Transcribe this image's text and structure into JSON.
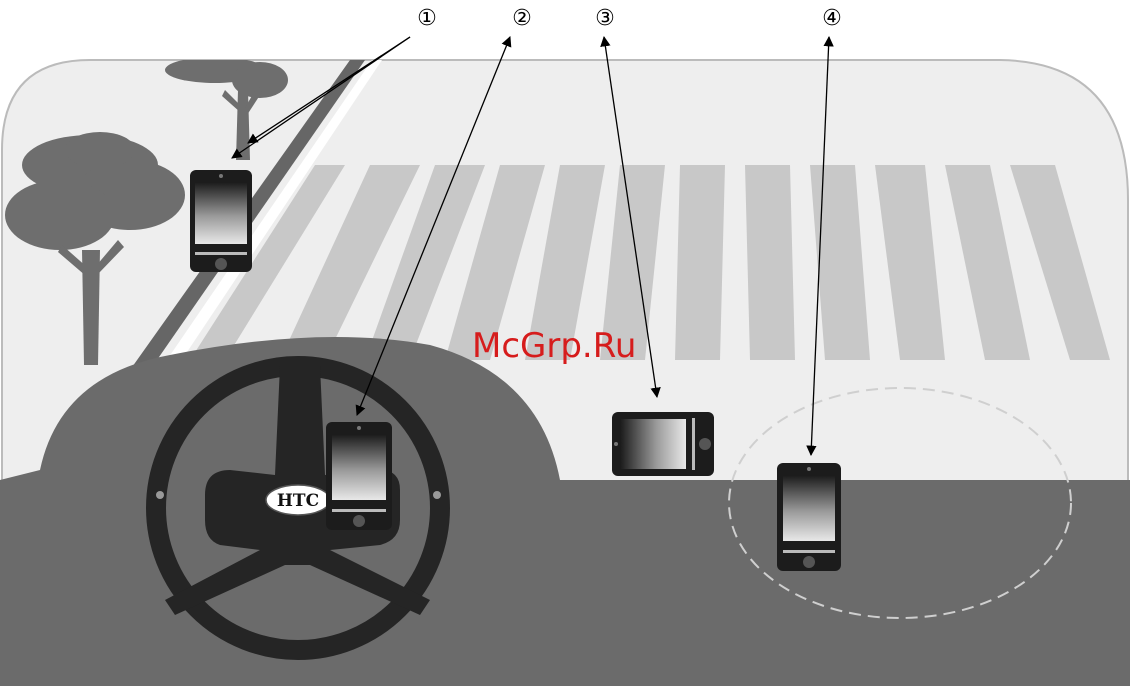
{
  "callouts": [
    {
      "number": "①"
    },
    {
      "number": "②"
    },
    {
      "number": "③"
    },
    {
      "number": "④"
    }
  ],
  "watermark": "McGrp.Ru",
  "steering_logo": "HTC",
  "colors": {
    "dashboard": "#6b6b6b",
    "stripes": "#c8c8c8",
    "sky": "#eeeeee",
    "tree": "#6e6e6e",
    "wheel": "#252525",
    "watermark": "#d61c1c"
  }
}
